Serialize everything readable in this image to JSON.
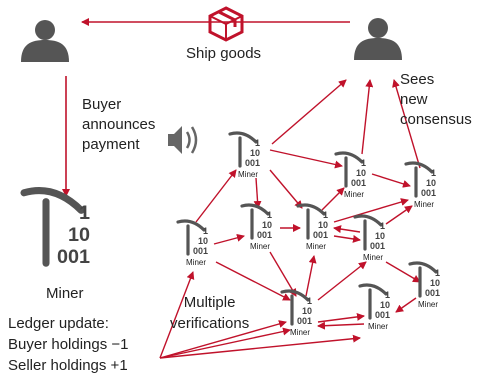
{
  "diagram": {
    "ship_label": "Ship goods",
    "announce_lines": [
      "Buyer",
      "announces",
      "payment"
    ],
    "sees_lines": [
      "Sees",
      "new",
      "consensus"
    ],
    "big_miner_label": "Miner",
    "ledger_lines": [
      "Ledger update:",
      "Buyer holdings −1",
      "Seller holdings +1"
    ],
    "multiple_lines": [
      "Multiple",
      "verifications"
    ],
    "miner_label": "Miner",
    "bits_lines": [
      "1",
      "10",
      "001"
    ],
    "arrow_color": "#c0122b",
    "figure_color": "#555555",
    "icons": [
      "person-icon",
      "package-icon",
      "speaker-icon",
      "miner-icon"
    ]
  }
}
